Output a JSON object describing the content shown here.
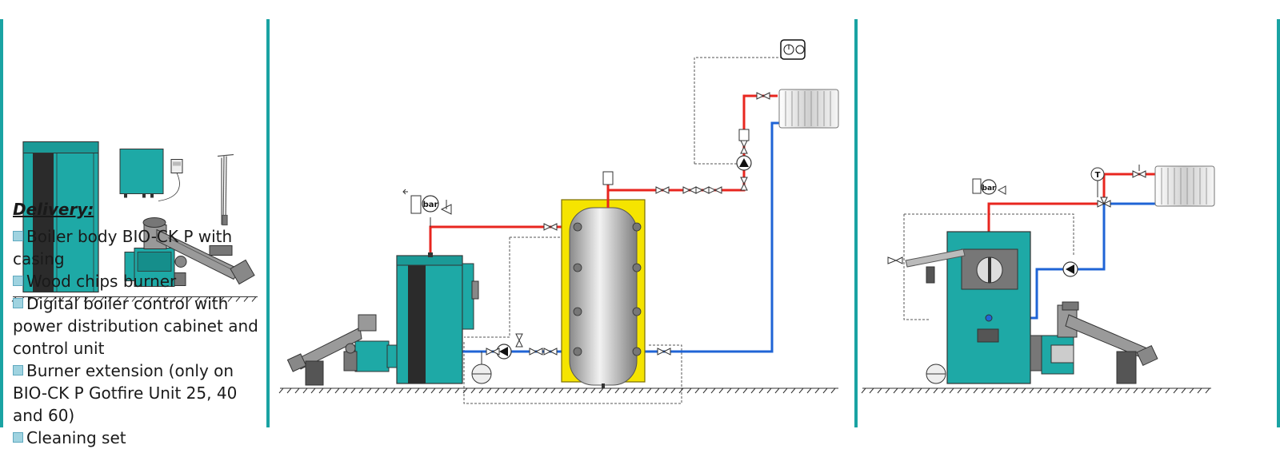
{
  "delivery": {
    "heading": "Delivery:",
    "items": [
      "Boiler body BIO-CK P with casing",
      "Wood chips burner",
      "Digital boiler control with power distribution cabinet and control unit",
      "Burner extension (only on BIO-CK P Gotfire Unit 25, 40 and 60)",
      "Cleaning set"
    ]
  },
  "symbols": {
    "gauge_label": "bar",
    "thermometer_label": "T"
  },
  "colors": {
    "accent": "#1aa3a3",
    "boiler_teal": "#1ea9a6",
    "hot_pipe": "#e8261f",
    "cold_pipe": "#1f64d6",
    "tank_insulation": "#f5e400"
  }
}
